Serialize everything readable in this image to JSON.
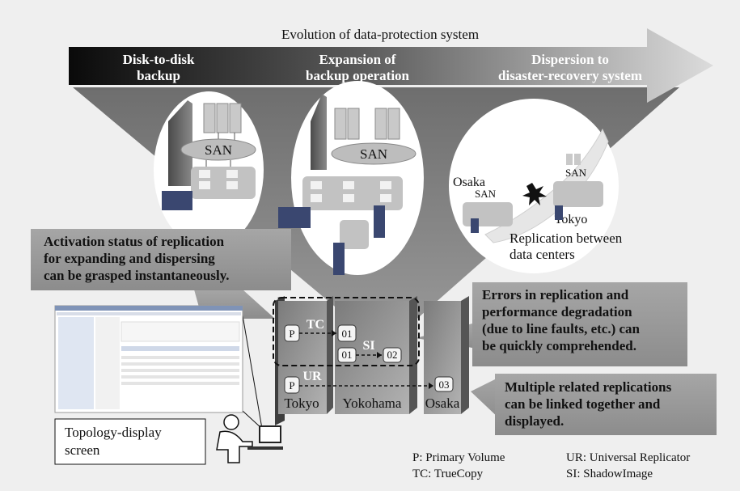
{
  "title": "Evolution of data-protection system",
  "stages": [
    {
      "line1": "Disk-to-disk",
      "line2": "backup"
    },
    {
      "line1": "Expansion of",
      "line2": "backup operation"
    },
    {
      "line1": "Dispersion to",
      "line2": "disaster-recovery system"
    }
  ],
  "san_label": "SAN",
  "dr": {
    "osaka": "Osaka",
    "tokyo": "Tokyo",
    "replication_line1": "Replication between",
    "replication_line2": "data centers"
  },
  "callouts": {
    "activation": [
      "Activation status of replication",
      "for expanding and dispersing",
      "can be grasped instantaneously."
    ],
    "errors": [
      "Errors in replication and",
      "performance degradation",
      "(due to line faults, etc.) can",
      "be quickly comprehended."
    ],
    "multiple": [
      "Multiple related replications",
      "can be linked together and",
      "displayed."
    ]
  },
  "topology": {
    "sites": [
      "Tokyo",
      "Yokohama",
      "Osaka"
    ],
    "volumes": [
      "P",
      "01",
      "01",
      "02",
      "P",
      "03"
    ],
    "tags": [
      "TC",
      "SI",
      "UR"
    ]
  },
  "screen_label": [
    "Topology-display",
    "screen"
  ],
  "legend": [
    "P: Primary Volume",
    "UR: Universal Replicator",
    "TC: TrueCopy",
    "SI: ShadowImage"
  ],
  "colors": {
    "background": "#efefef",
    "arrow_dark": "#111111",
    "funnel": "#7a7a7a",
    "callout_box": "#9a9a9a",
    "building": "#5a5a5a"
  }
}
